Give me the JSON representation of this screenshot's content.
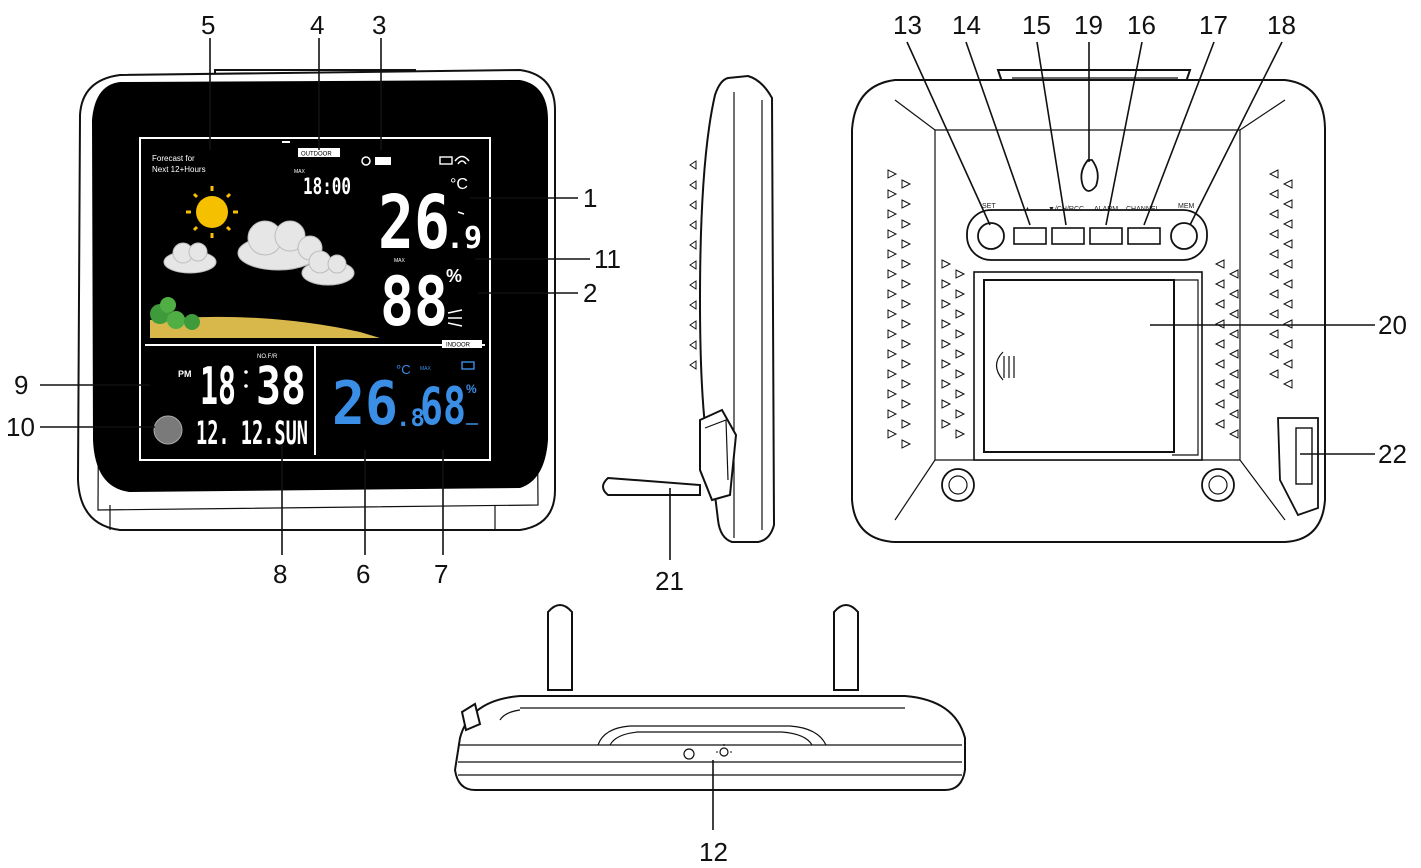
{
  "callouts": {
    "n1": "1",
    "n2": "2",
    "n3": "3",
    "n4": "4",
    "n5": "5",
    "n6": "6",
    "n7": "7",
    "n8": "8",
    "n9": "9",
    "n10": "10",
    "n11": "11",
    "n12": "12",
    "n13": "13",
    "n14": "14",
    "n15": "15",
    "n16": "16",
    "n17": "17",
    "n18": "18",
    "n19": "19",
    "n20": "20",
    "n21": "21",
    "n22": "22"
  },
  "display": {
    "forecast_line1": "Forecast for",
    "forecast_line2": "Next 12+Hours",
    "outdoor_badge": "OUTDOOR",
    "indoor_badge": "INDOOR",
    "small_time": "18:00",
    "max_label_top": "MAX",
    "max_label_mid": "MAX",
    "max_label_indoor": "MAX",
    "outdoor_temp": "26",
    "outdoor_temp_dec": ".9",
    "outdoor_humidity": "88",
    "unit_c": "°C",
    "unit_c_indoor": "°C",
    "unit_pct": "%",
    "unit_pct_indoor": "%",
    "pm": "PM",
    "clock_hour": "18",
    "clock_min": "38",
    "clock_sub": "NO.F/R",
    "date": "12. 12.SUN",
    "indoor_temp": "26",
    "indoor_temp_dec": ".8",
    "indoor_humidity": "68"
  },
  "back": {
    "btn_set": "SET",
    "btn_up": "▲",
    "btn_down": "▼/CH/RCC",
    "btn_alarm": "ALARM",
    "btn_channel": "CHANNEL",
    "btn_mem": "MEM"
  },
  "colors": {
    "lcd_background": "#000000",
    "indoor_digits": "#3a8ee6",
    "sun": "#f5c000"
  }
}
